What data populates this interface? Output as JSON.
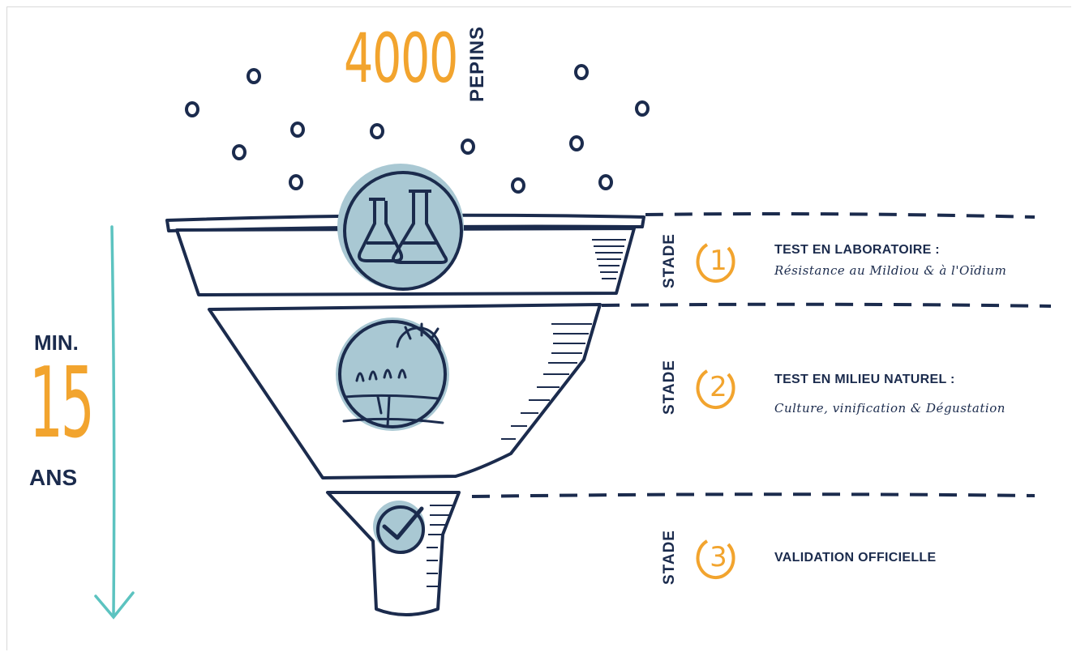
{
  "header": {
    "count": "4000",
    "unit": "PEPINS"
  },
  "duration": {
    "prefix": "MIN.",
    "value": "15",
    "unit": "ANS"
  },
  "stages": [
    {
      "label": "STADE",
      "number": "1",
      "title": "TEST EN LABORATOIRE :",
      "subtitle": "Résistance au Mildiou & à l'Oïdium",
      "icon": "lab-flasks-icon"
    },
    {
      "label": "STADE",
      "number": "2",
      "title": "TEST EN MILIEU NATUREL :",
      "subtitle": "Culture, vinification & Dégustation",
      "icon": "vineyard-sun-icon"
    },
    {
      "label": "STADE",
      "number": "3",
      "title": "VALIDATION OFFICIELLE",
      "subtitle": "",
      "icon": "checkmark-icon"
    }
  ],
  "colors": {
    "navy": "#1b2b4d",
    "orange": "#f2a42e",
    "teal": "#5cc3c0",
    "circle_fill": "#a9c8d3"
  }
}
